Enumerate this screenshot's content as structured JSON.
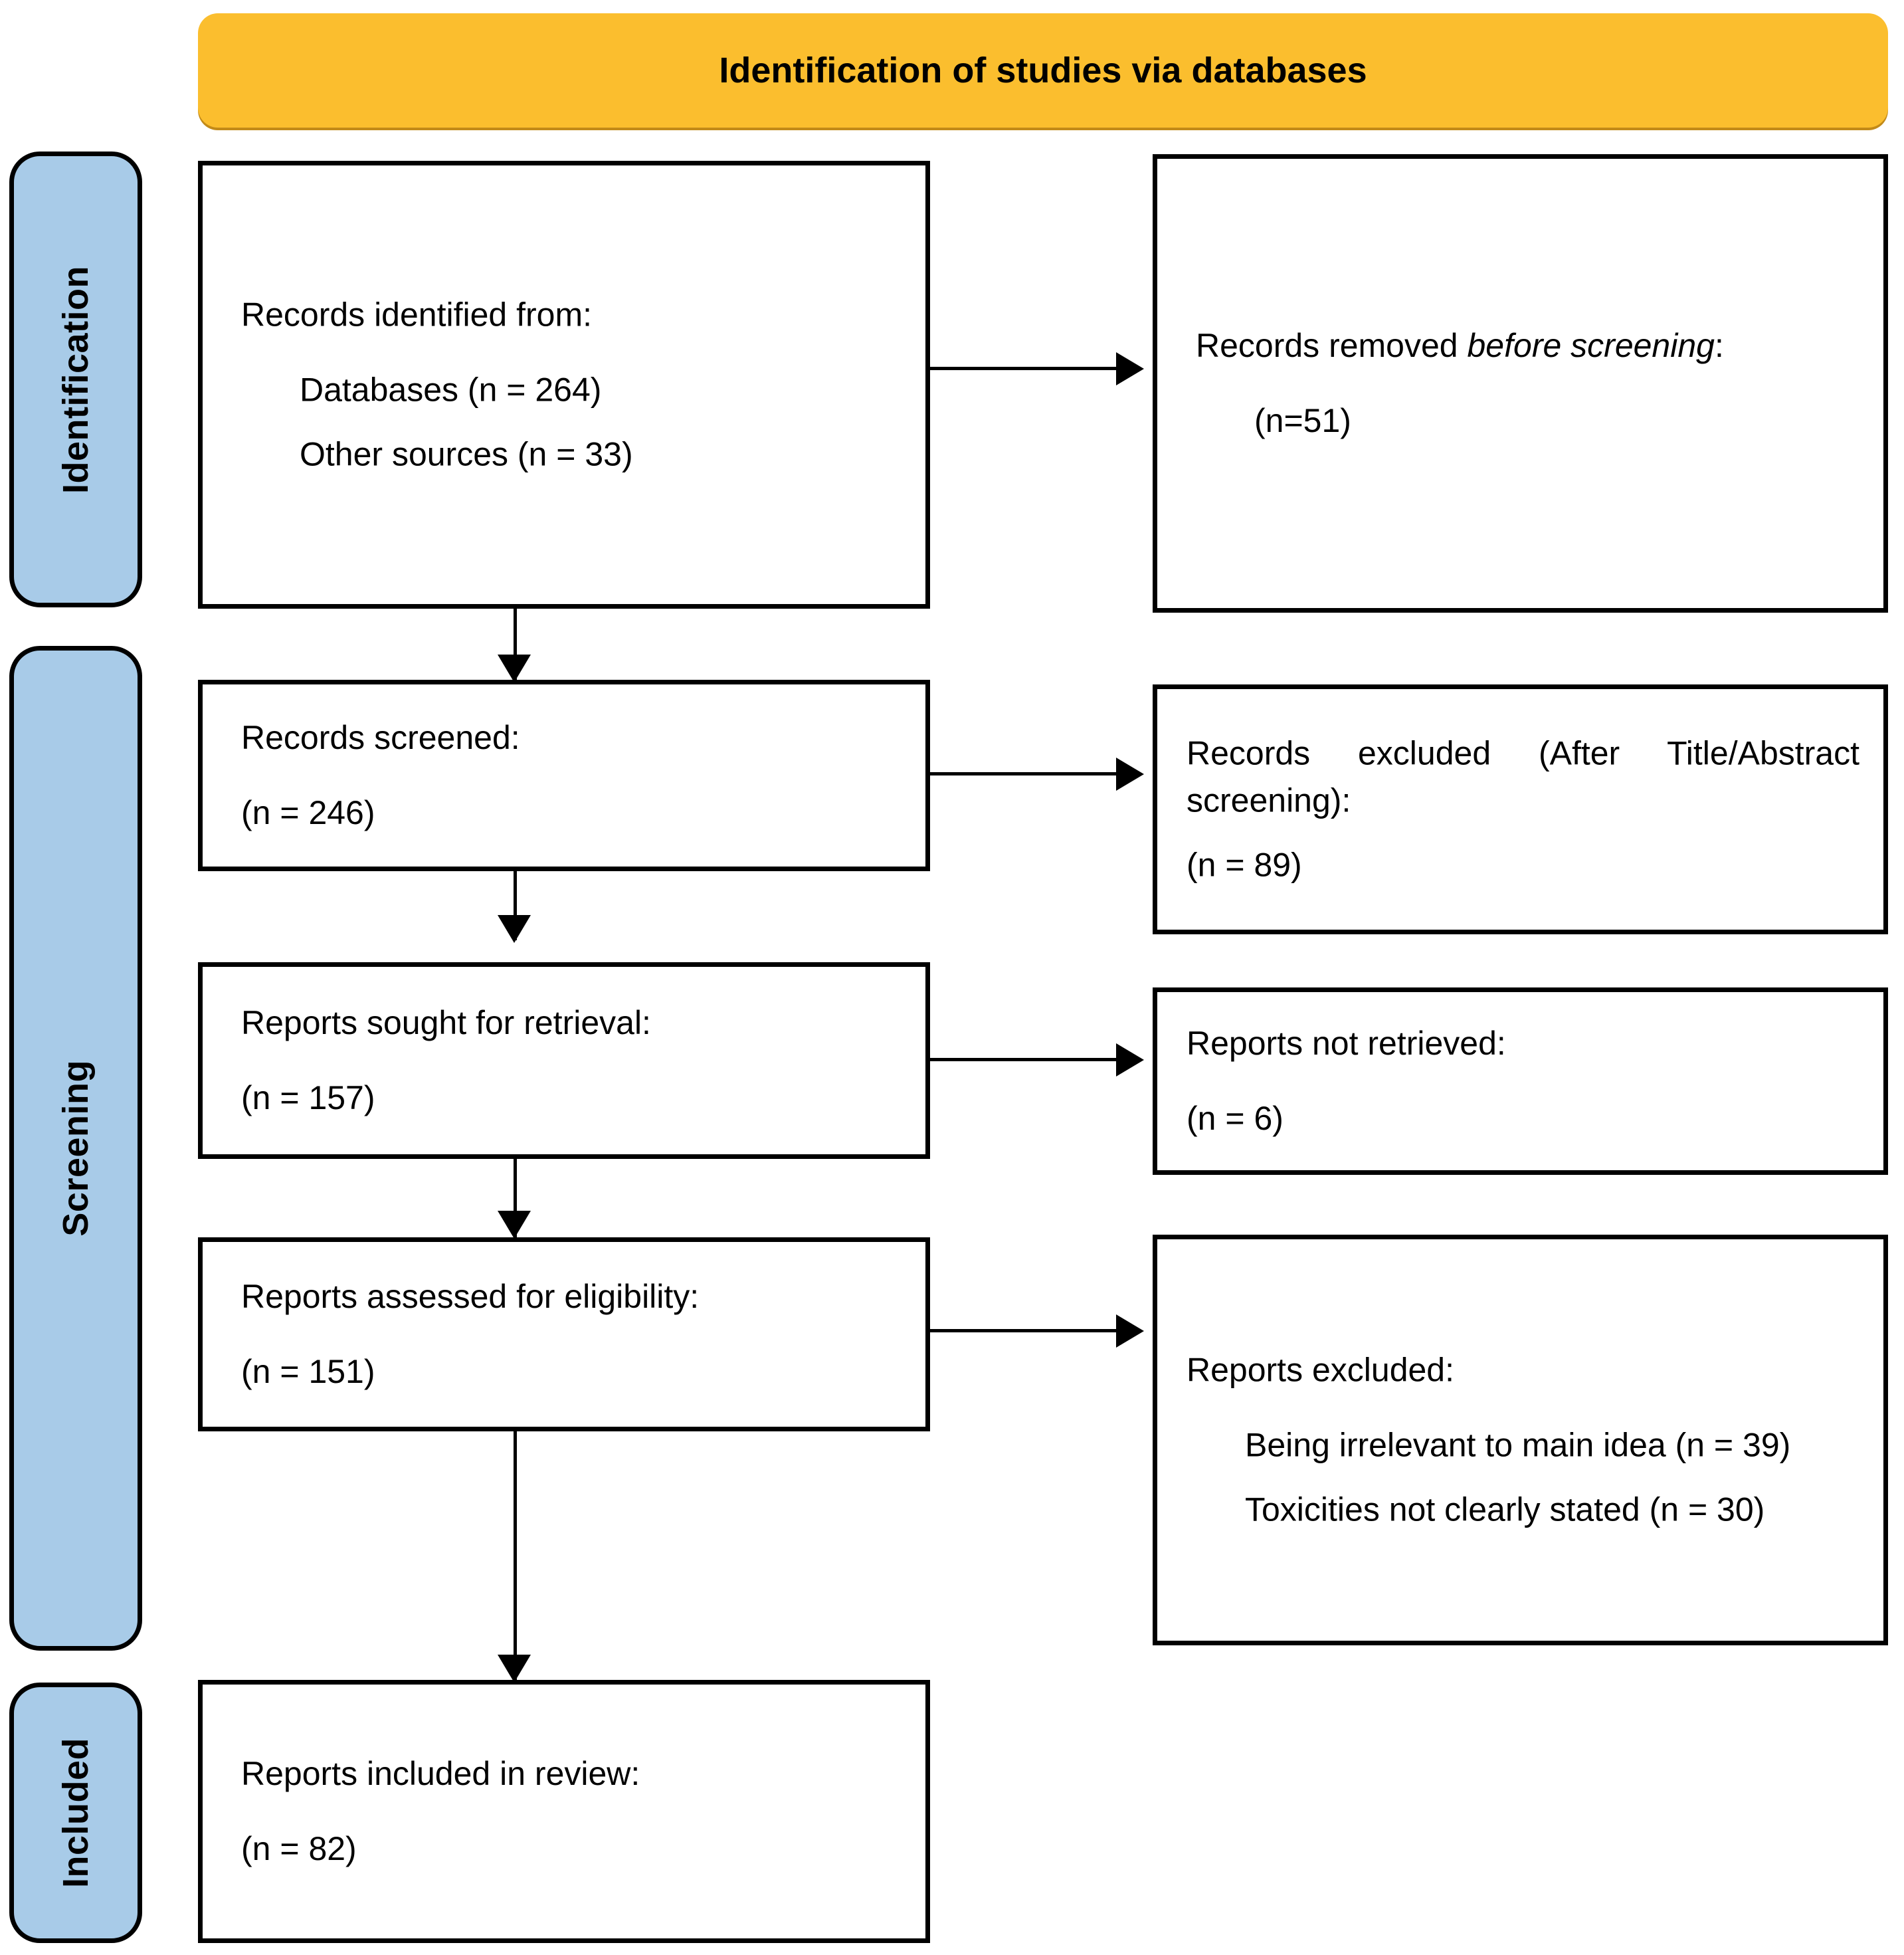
{
  "header": {
    "title": "Identification of studies via databases",
    "background_color": "#fbbe2e"
  },
  "stages": [
    {
      "label": "Identification"
    },
    {
      "label": "Screening"
    },
    {
      "label": "Included"
    }
  ],
  "stage_bar_color": "#a8cbe8",
  "boxes": {
    "identified": {
      "heading": "Records identified  from:",
      "items": [
        "Databases (n = 264)",
        "Other sources (n = 33)"
      ]
    },
    "removed_before_screening": {
      "heading_prefix": "Records removed ",
      "heading_italic": "before screening",
      "heading_suffix": ":",
      "count": "(n=51)"
    },
    "records_screened": {
      "heading": "Records screened:",
      "count": "(n = 246)"
    },
    "records_excluded": {
      "heading": "Records  excluded  (After  Title/Abstract screening):",
      "count": "(n = 89)"
    },
    "reports_sought": {
      "heading": "Reports sought for retrieval:",
      "count": "(n = 157)"
    },
    "reports_not_retrieved": {
      "heading": "Reports not retrieved:",
      "count": "(n = 6)"
    },
    "reports_assessed": {
      "heading": "Reports assessed for eligibility:",
      "count": "(n = 151)"
    },
    "reports_excluded": {
      "heading": "Reports excluded:",
      "items": [
        "Being irrelevant to main idea  (n = 39)",
        "Toxicities not clearly stated (n = 30)"
      ]
    },
    "reports_included": {
      "heading": "Reports included  in review:",
      "count": "(n = 82)"
    }
  }
}
